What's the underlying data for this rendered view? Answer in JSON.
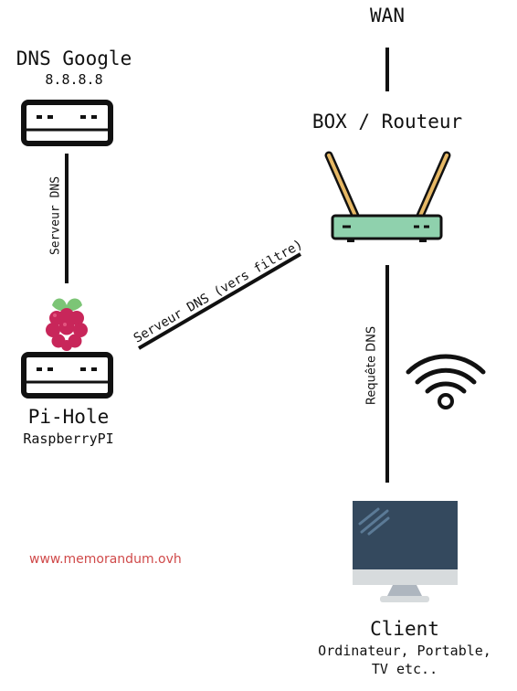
{
  "wan": {
    "label": "WAN"
  },
  "dns_google": {
    "name": "DNS Google",
    "ip": "8.8.8.8"
  },
  "box": {
    "label": "BOX / Routeur"
  },
  "pihole": {
    "name": "Pi-Hole",
    "device": "RaspberryPI"
  },
  "links": {
    "google_pihole": "Serveur DNS",
    "pihole_box": "Serveur DNS (vers filtre)",
    "box_client": "Requête DNS"
  },
  "client": {
    "name": "Client",
    "line1": "Ordinateur, Portable,",
    "line2": "TV etc.."
  },
  "watermark": "www.memorandum.ovh",
  "colors": {
    "router_body": "#8fd1ad",
    "antenna": "#e6b865",
    "raspberry": "#c8265a",
    "leaf": "#7cc576",
    "monitor_screen": "#34495e",
    "monitor_stand": "#d7dbdd",
    "watermark": "#d04a4a"
  },
  "icons": [
    "switch-icon",
    "router-icon",
    "raspberry-icon",
    "wifi-icon",
    "monitor-icon"
  ]
}
